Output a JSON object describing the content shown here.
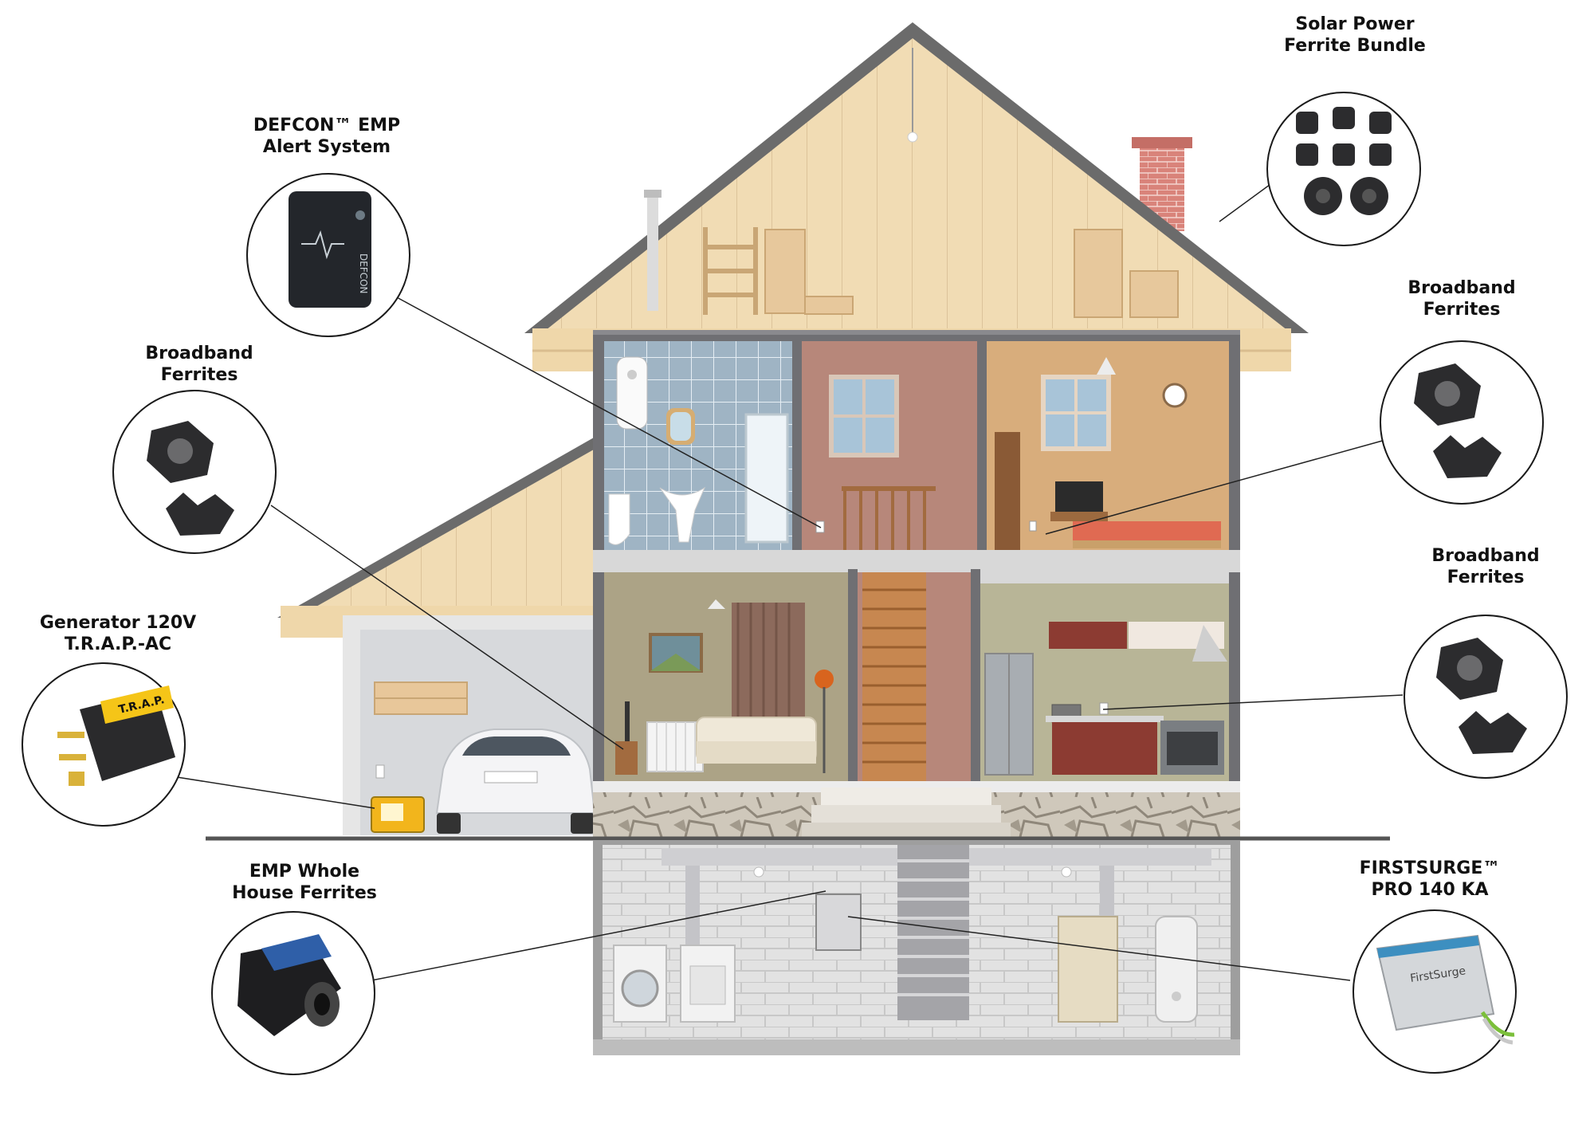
{
  "colors": {
    "roof": "#6b6b6b",
    "attic_wood": "#f1dcb4",
    "wall_frame": "#6f6f73",
    "accent_ferrite": "#2c2c2e",
    "label_tape": "#f5c518"
  },
  "callouts": [
    {
      "id": "solar",
      "line1": "Solar Power",
      "line2": "Ferrite Bundle",
      "icon": "ferrite-bundle-icon"
    },
    {
      "id": "defcon",
      "line1": "DEFCON™ EMP",
      "line2": "Alert System",
      "icon": "defcon-alert-device-icon"
    },
    {
      "id": "bb_left",
      "line1": "Broadband",
      "line2": "Ferrites",
      "icon": "broadband-ferrite-icon"
    },
    {
      "id": "bb_right_top",
      "line1": "Broadband",
      "line2": "Ferrites",
      "icon": "broadband-ferrite-icon"
    },
    {
      "id": "bb_right_mid",
      "line1": "Broadband",
      "line2": "Ferrites",
      "icon": "broadband-ferrite-icon"
    },
    {
      "id": "generator",
      "line1": "Generator 120V",
      "line2": "T.R.A.P.-AC",
      "icon": "trap-plug-icon"
    },
    {
      "id": "whole_house",
      "line1": "EMP Whole",
      "line2": "House Ferrites",
      "icon": "whole-house-ferrite-icon"
    },
    {
      "id": "firstsurge",
      "line1": "FIRSTSURGE™",
      "line2": "PRO 140 KA",
      "icon": "surge-protector-icon"
    }
  ],
  "product_text": {
    "defcon_brand": "DEFCON",
    "trap_tape": "T.R.A.P.",
    "firstsurge_brand": "FirstSurge"
  }
}
